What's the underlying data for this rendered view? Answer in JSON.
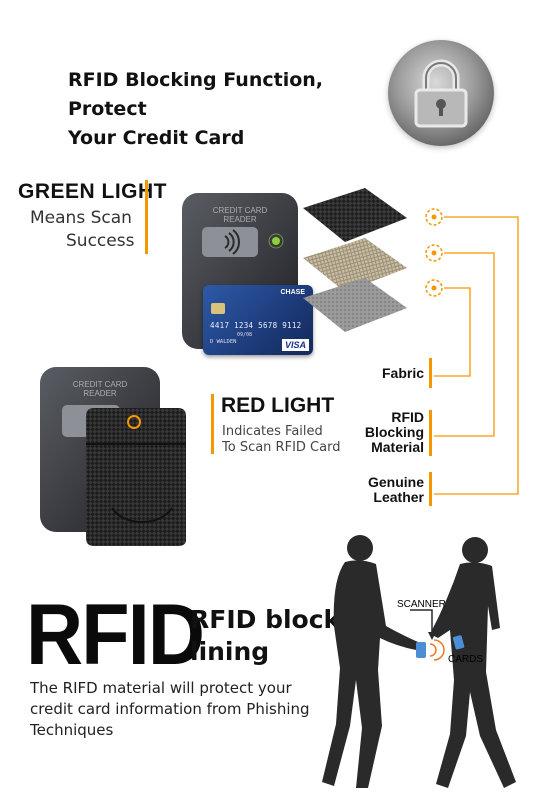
{
  "header": {
    "title_line1": "RFID Blocking Function, Protect",
    "title_line2": "Your Credit Card"
  },
  "green_light": {
    "title": "GREEN LIGHT",
    "sub_line1": "Means Scan",
    "sub_line2": "Success"
  },
  "red_light": {
    "title": "RED LIGHT",
    "sub_line1": "Indicates Failed",
    "sub_line2": "To Scan RFID Card"
  },
  "reader": {
    "label_line1": "CREDIT CARD",
    "label_line2": "READER"
  },
  "credit_card": {
    "bank": "CHASE",
    "number": "4417 1234 5678 9112",
    "holder": "D WALDEN",
    "expiry": "09/08",
    "brand": "VISA"
  },
  "layers": {
    "fabric": "Fabric",
    "rfid_line1": "RFID",
    "rfid_line2": "Blocking",
    "rfid_line3": "Material",
    "leather_line1": "Genuine",
    "leather_line2": "Leather"
  },
  "bottom": {
    "big_logo": "RFID",
    "lining_line1": "RFID block",
    "lining_line2": "lining",
    "desc_line1": "The RIFD material will protect your",
    "desc_line2": "credit card information from Phishing",
    "desc_line3": "Techniques",
    "scanner_label": "SCANNER",
    "cards_label": "CARDS"
  },
  "colors": {
    "accent": "#f39800",
    "green_led": "#8ccf3a",
    "card_blue": "#1d3b7a"
  }
}
